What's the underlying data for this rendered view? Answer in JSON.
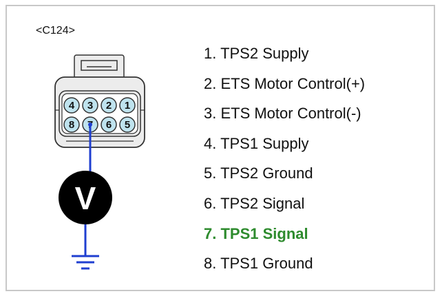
{
  "connector": {
    "label": "<C124>",
    "pins_top_row": [
      "4",
      "3",
      "2",
      "1"
    ],
    "pins_bottom_row": [
      "8",
      "7",
      "6",
      "5"
    ],
    "probe_pin": "7"
  },
  "meter": {
    "symbol": "V",
    "icon": "voltmeter-icon"
  },
  "ground": {
    "icon": "ground-symbol-icon"
  },
  "pin_list": [
    {
      "text": "1. TPS2 Supply",
      "highlight": false
    },
    {
      "text": "2. ETS Motor Control(+)",
      "highlight": false
    },
    {
      "text": "3. ETS Motor Control(-)",
      "highlight": false
    },
    {
      "text": "4. TPS1 Supply",
      "highlight": false
    },
    {
      "text": "5. TPS2 Ground",
      "highlight": false
    },
    {
      "text": "6. TPS2 Signal",
      "highlight": false
    },
    {
      "text": "7. TPS1 Signal",
      "highlight": true
    },
    {
      "text": "8. TPS1 Ground",
      "highlight": false
    }
  ],
  "colors": {
    "wire": "#1f3fd0",
    "highlight": "#2e8b2e",
    "pin_fill": "#bfe3ee",
    "connector_fill": "#ececec"
  }
}
